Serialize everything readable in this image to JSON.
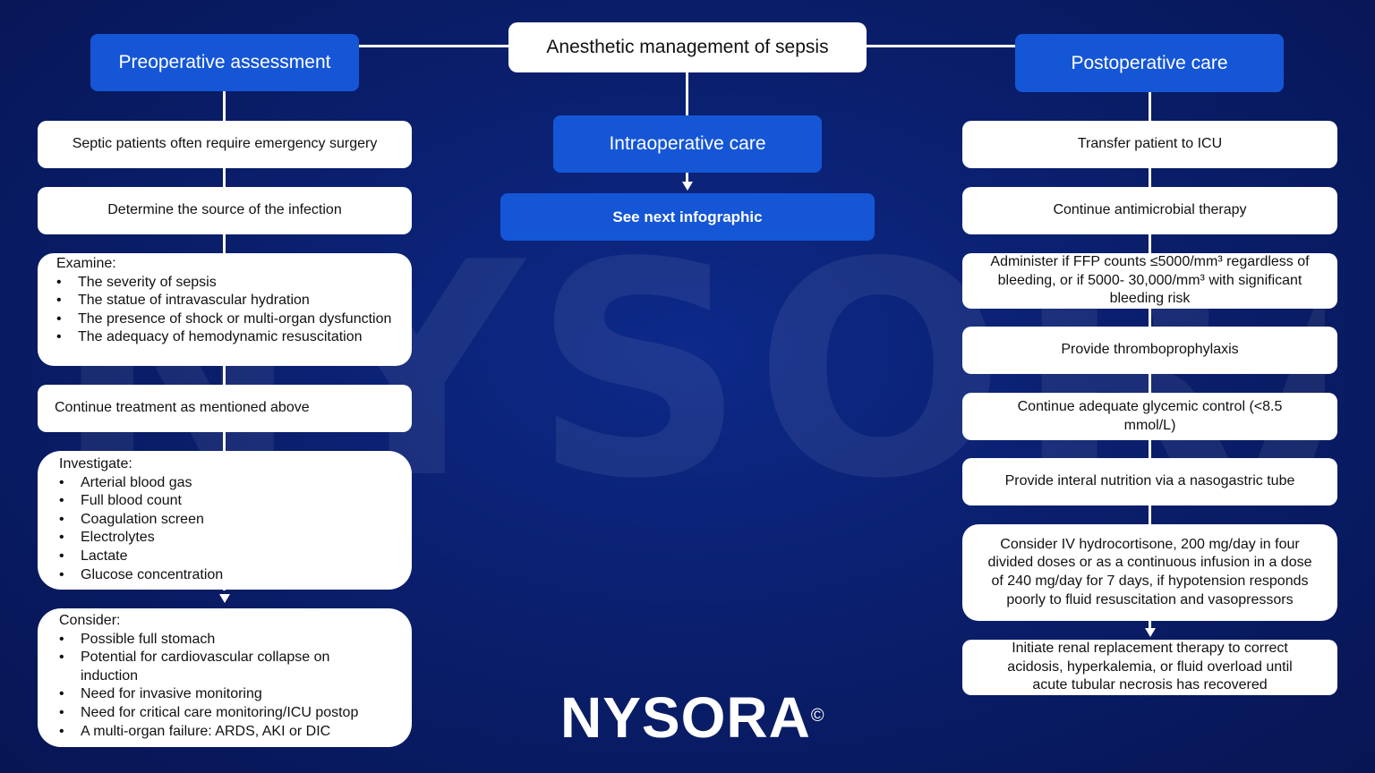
{
  "title": "Anesthetic management of sepsis",
  "watermark": "NYSORA",
  "logo": {
    "text": "NYSORA",
    "mark": "©"
  },
  "left": {
    "header": "Preoperative assessment",
    "box1": "Septic patients often require emergency surgery",
    "box2": "Determine the source of the infection",
    "examine": {
      "label": "Examine:",
      "items": [
        "The severity of sepsis",
        "The statue of intravascular hydration",
        "The presence of shock or multi-organ dysfunction",
        "The adequacy of hemodynamic  resuscitation"
      ]
    },
    "box4": "Continue treatment as mentioned above",
    "investigate": {
      "label": "Investigate:",
      "items": [
        "Arterial blood gas",
        "Full blood count",
        "Coagulation screen",
        "Electrolytes",
        "Lactate",
        "Glucose concentration"
      ]
    },
    "consider": {
      "label": "Consider:",
      "items": [
        "Possible full stomach",
        "Potential for cardiovascular collapse on induction",
        "Need for invasive monitoring",
        "Need for critical care monitoring/ICU postop",
        "A multi-organ failure: ARDS, AKI or DIC"
      ]
    }
  },
  "center": {
    "header": "Intraoperative care",
    "next": "See next infographic"
  },
  "right": {
    "header": "Postoperative care",
    "box1": "Transfer patient to ICU",
    "box2": "Continue antimicrobial therapy",
    "box3": "Administer if FFP counts ≤5000/mm³ regardless of bleeding, or if 5000- 30,000/mm³ with significant bleeding risk",
    "box4": "Provide thromboprophylaxis",
    "box5": "Continue adequate glycemic control (<8.5 mmol/L)",
    "box6": "Provide interal nutrition via a nasogastric tube",
    "box7": "Consider IV hydrocortisone, 200 mg/day in four divided doses or as a continuous infusion in a dose of 240 mg/day for 7 days, if hypotension responds poorly to fluid resuscitation and vasopressors",
    "box8": "Initiate renal replacement therapy to correct acidosis, hyperkalemia, or fluid overload until acute tubular necrosis has recovered"
  },
  "colors": {
    "background": "#0a1f6e",
    "accent_blue": "#1556d6",
    "box": "#ffffff"
  }
}
